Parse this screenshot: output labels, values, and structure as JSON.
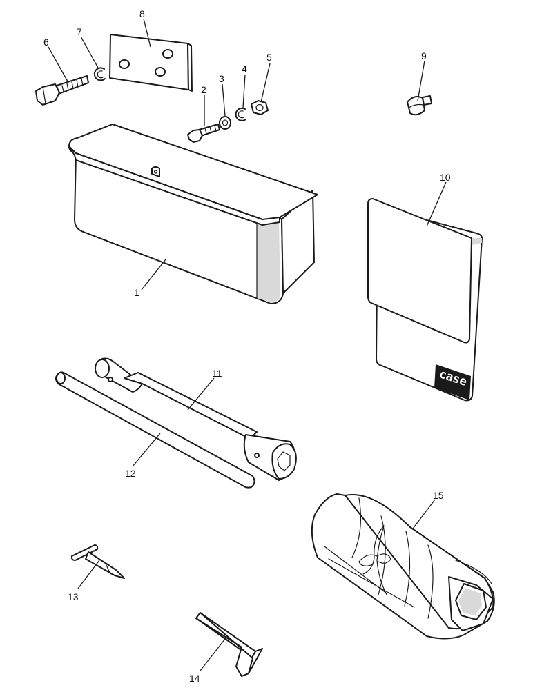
{
  "callouts": {
    "c1": "1",
    "c2": "2",
    "c3": "3",
    "c4": "4",
    "c5": "5",
    "c6": "6",
    "c7": "7",
    "c8": "8",
    "c9": "9",
    "c10": "10",
    "c11": "11",
    "c12": "12",
    "c13": "13",
    "c14": "14",
    "c15": "15"
  },
  "logo_text": "case"
}
